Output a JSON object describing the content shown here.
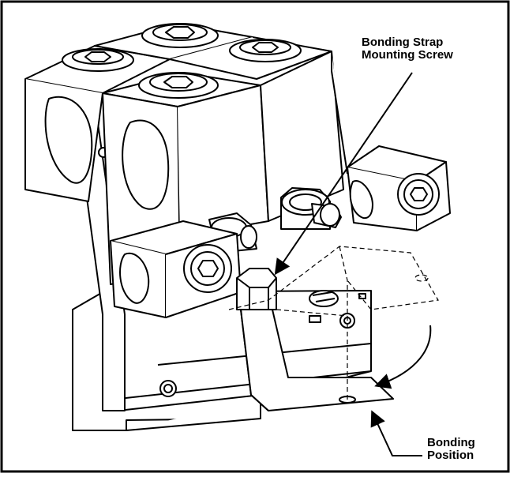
{
  "labels": {
    "strap_line1": "Bonding Strap",
    "strap_line2": "Mounting Screw",
    "bond_line1": "Bonding",
    "bond_line2": "Position"
  }
}
